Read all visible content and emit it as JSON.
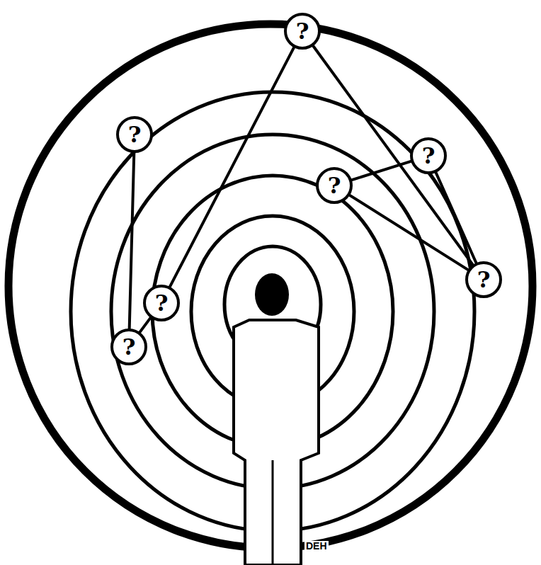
{
  "diagram": {
    "nodes": [
      {
        "text": [
          "?"
        ]
      },
      {
        "text": [
          "?"
        ]
      },
      {
        "text": [
          "?"
        ]
      },
      {
        "text": [
          "?"
        ]
      },
      {
        "text": [
          "?"
        ]
      },
      {
        "text": [
          "?"
        ]
      },
      {
        "text": [
          "?"
        ]
      }
    ],
    "edges": [
      {
        "from": 0,
        "to": 5,
        "arrow": "none"
      },
      {
        "from": 0,
        "to": 4,
        "arrow": "none"
      },
      {
        "from": 2,
        "to": 3,
        "arrow": "none"
      },
      {
        "from": 2,
        "to": 4,
        "arrow": "none"
      },
      {
        "from": 3,
        "to": 4,
        "arrow": "none"
      },
      {
        "from": 1,
        "to": 6,
        "arrow": "none"
      },
      {
        "from": 5,
        "to": 6,
        "arrow": "none"
      }
    ],
    "labels": [
      "DEH"
    ]
  }
}
